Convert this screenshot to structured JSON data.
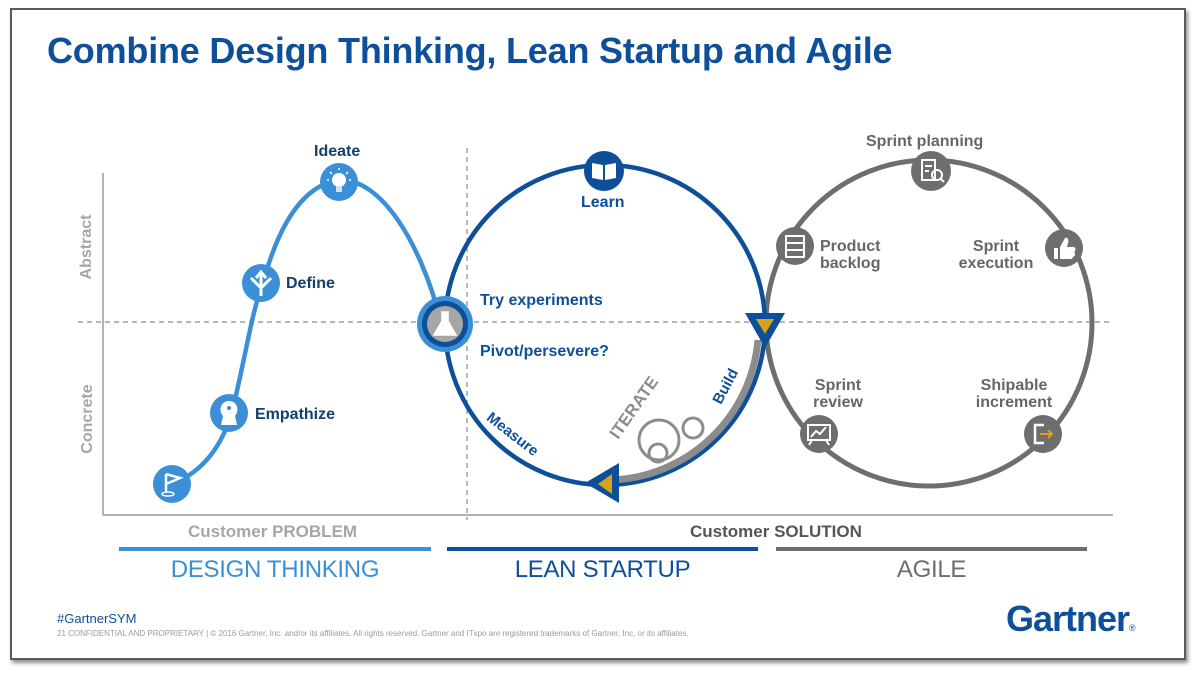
{
  "slide": {
    "title": "Combine Design Thinking, Lean Startup and Agile",
    "page_number": "21",
    "hashtag": "#GartnerSYM",
    "legal": "21   CONFIDENTIAL AND PROPRIETARY   |   © 2016 Gartner, Inc. and/or its affiliates. All rights reserved. Gartner and ITxpo are registered trademarks of Gartner, Inc. or its affiliates.",
    "logo": "Gartner",
    "logo_mark": "®"
  },
  "axes": {
    "y_top_label": "Abstract",
    "y_bottom_label": "Concrete"
  },
  "customer_labels": {
    "problem": "Customer PROBLEM",
    "solution": "Customer SOLUTION"
  },
  "bands": [
    {
      "label": "DESIGN THINKING",
      "color": "#3a8fd6"
    },
    {
      "label": "LEAN STARTUP",
      "color": "#0d4f98"
    },
    {
      "label": "AGILE",
      "color": "#6e6e6e"
    }
  ],
  "design_thinking": {
    "steps": [
      {
        "label": "",
        "icon": "flag-icon"
      },
      {
        "label": "Empathize",
        "icon": "head-heart-icon"
      },
      {
        "label": "Define",
        "icon": "diverging-arrows-icon"
      },
      {
        "label": "Ideate",
        "icon": "lightbulb-icon"
      }
    ],
    "color": "#3a8fd6"
  },
  "lean_startup": {
    "hub_icon": "flask-icon",
    "try_label": "Try experiments",
    "pivot_label": "Pivot/persevere?",
    "learn_label": "Learn",
    "learn_icon": "book-icon",
    "build_label": "Build",
    "measure_label": "Measure",
    "iterate_label": "ITERATE",
    "color": "#0d4f98",
    "arrow_fill": "#d9a21b"
  },
  "agile": {
    "steps": [
      {
        "label": "Sprint planning",
        "icon": "document-search-icon"
      },
      {
        "label": "Product backlog",
        "line1": "Product",
        "line2": "backlog",
        "icon": "list-icon"
      },
      {
        "label": "Sprint execution",
        "line1": "Sprint",
        "line2": "execution",
        "icon": "thumbs-up-icon"
      },
      {
        "label": "Sprint review",
        "line1": "Sprint",
        "line2": "review",
        "icon": "presentation-chart-icon"
      },
      {
        "label": "Shipable increment",
        "line1": "Shipable",
        "line2": "increment",
        "icon": "export-icon"
      }
    ],
    "color": "#6e6e6e"
  }
}
